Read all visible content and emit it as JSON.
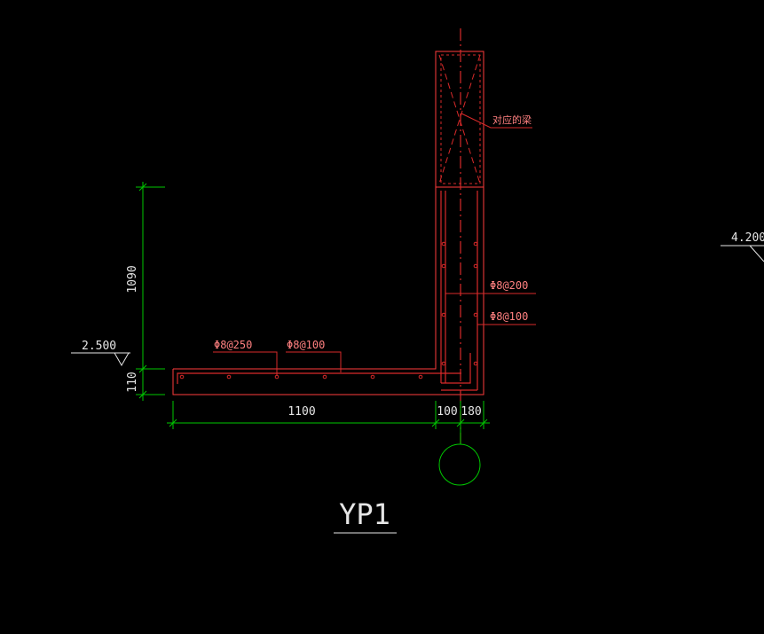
{
  "drawing": {
    "title": "YP1",
    "colors": {
      "background": "#000000",
      "concrete_outline": "#ff3b3b",
      "rebar": "#d92a2a",
      "dimension": "#00c800",
      "text": "#e6e6e6",
      "annotation_text": "#ff8080",
      "leader": "#e6e6e6"
    },
    "levels": {
      "left": "2.500",
      "right": "4.200"
    },
    "dimensions": {
      "vertical_upper": "1090",
      "vertical_lower": "110",
      "horizontal_slab": "1100",
      "horizontal_mid": "100",
      "horizontal_right": "180"
    },
    "rebar_labels": {
      "slab_distribution": "Φ8@250",
      "slab_main": "Φ8@100",
      "wall_vertical": "Φ8@200",
      "wall_horizontal": "Φ8@100"
    },
    "beam_note": "对应的梁"
  }
}
